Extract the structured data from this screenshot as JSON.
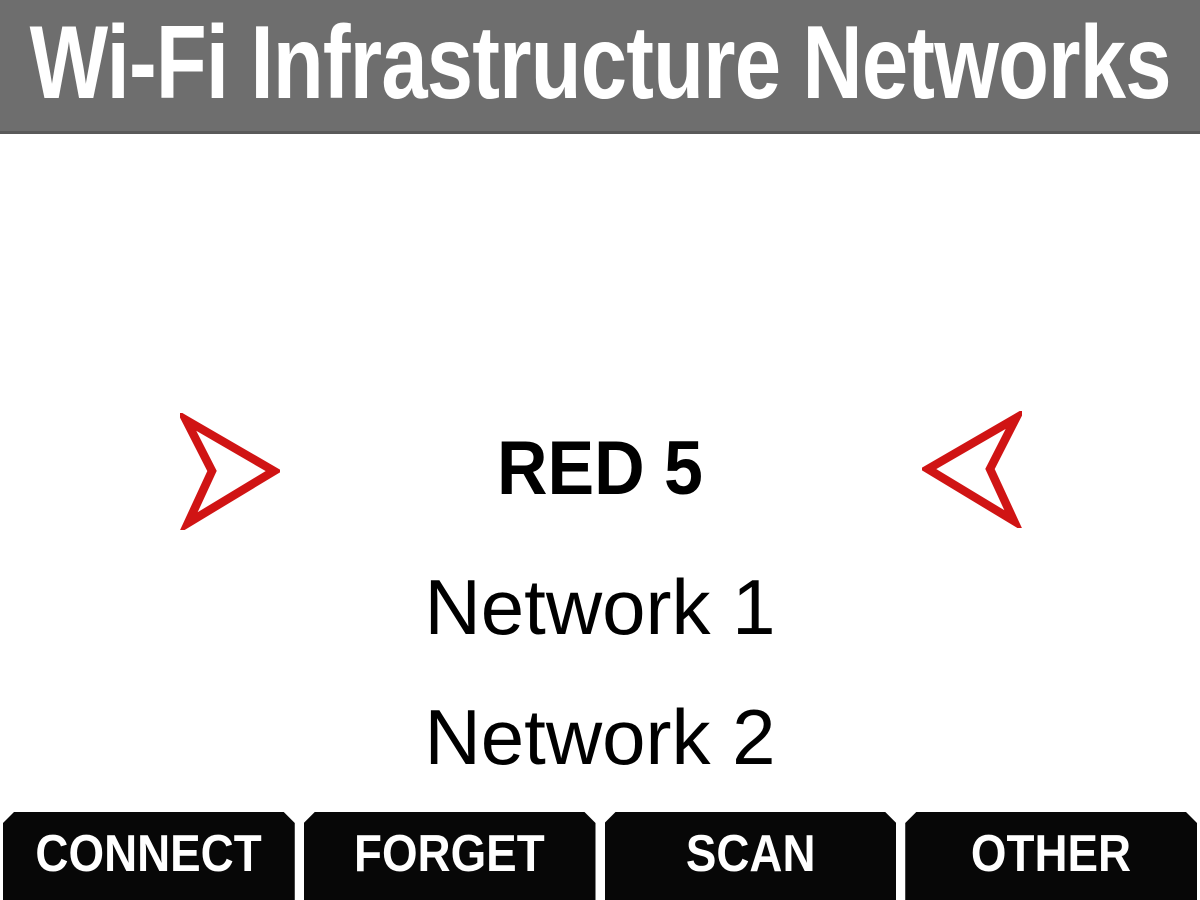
{
  "header": {
    "title": "Wi-Fi Infrastructure Networks"
  },
  "networks": {
    "selected_label": "RED 5",
    "items": [
      {
        "label": "RED 5",
        "selected": true
      },
      {
        "label": "Network 1",
        "selected": false
      },
      {
        "label": "Network 2",
        "selected": false
      }
    ]
  },
  "selection_indicator": {
    "left_icon": "arrow-right-icon",
    "right_icon": "arrow-left-icon"
  },
  "toolbar": {
    "buttons": [
      {
        "label": "CONNECT"
      },
      {
        "label": "FORGET"
      },
      {
        "label": "SCAN"
      },
      {
        "label": "OTHER"
      }
    ]
  },
  "colors": {
    "body_bg": "#ffffff",
    "header_bg": "#6e6e6e",
    "header_border": "#5a5a5a",
    "header_text": "#ffffff",
    "accent_red": "#d01414",
    "button_bg": "#070707",
    "button_text": "#ffffff",
    "list_text": "#000000"
  }
}
